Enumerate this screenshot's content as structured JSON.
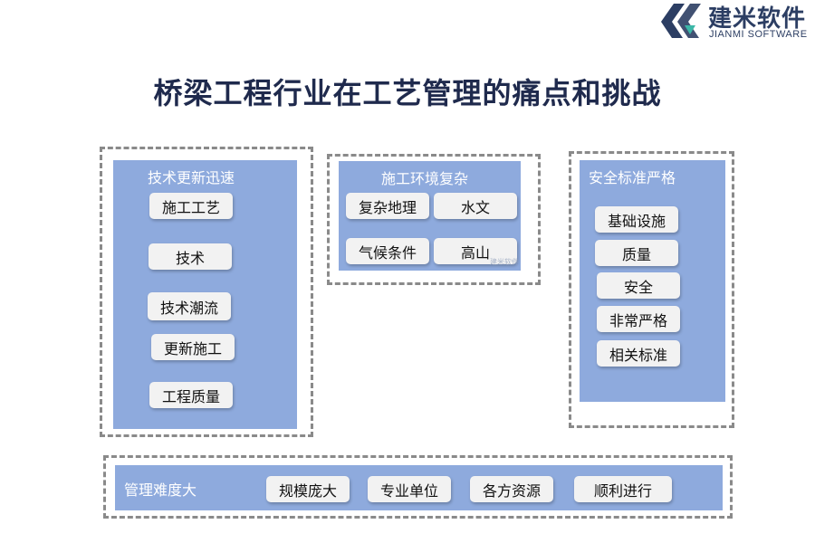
{
  "logo": {
    "name_cn": "建米软件",
    "name_en": "JIANMI SOFTWARE"
  },
  "title": "桥梁工程行业在工艺管理的痛点和挑战",
  "groups": {
    "tech": {
      "title": "技术更新迅速",
      "items": [
        "施工工艺",
        "技术",
        "技术潮流",
        "更新施工",
        "工程质量"
      ]
    },
    "environment": {
      "title": "施工环境复杂",
      "items": [
        "复杂地理",
        "水文",
        "气候条件",
        "高山"
      ]
    },
    "safety": {
      "title": "安全标准严格",
      "items": [
        "基础设施",
        "质量",
        "安全",
        "非常严格",
        "相关标准"
      ]
    },
    "management": {
      "title": "管理难度大",
      "items": [
        "规模庞大",
        "专业单位",
        "各方资源",
        "顺利进行"
      ]
    }
  },
  "watermark": "建米软件",
  "colors": {
    "panel": "#8eaadd",
    "chip": "#f2f2f2",
    "dash": "#8a8a8a",
    "title": "#1f2a4d",
    "brand": "#2c3e63"
  }
}
